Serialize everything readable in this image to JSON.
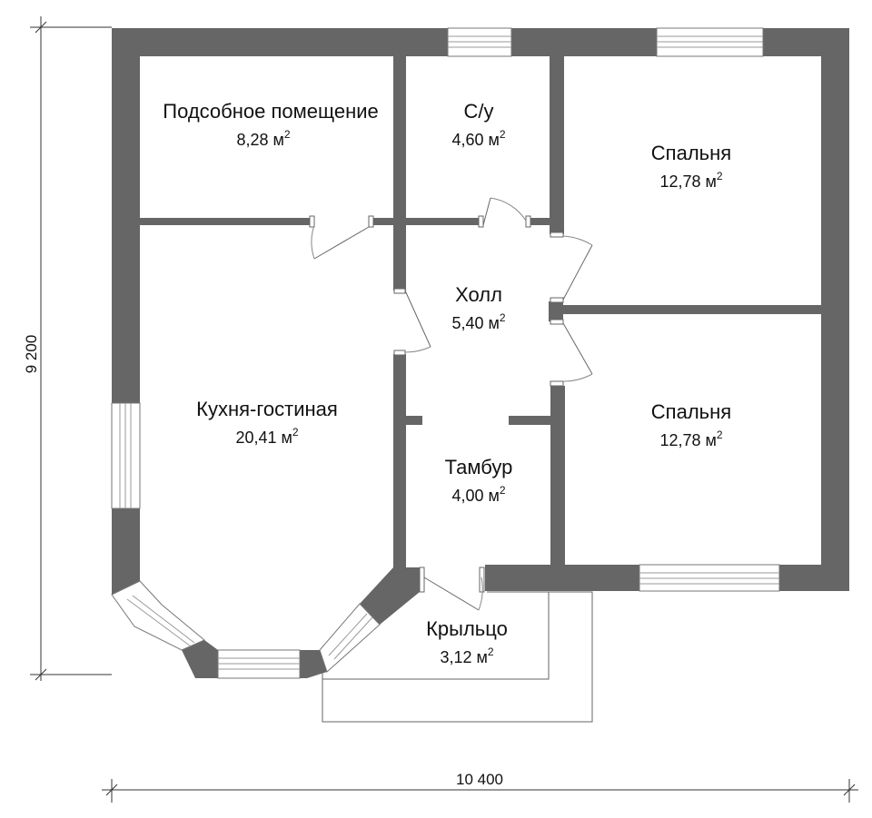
{
  "plan": {
    "dimensions": {
      "height_label": "9 200",
      "width_label": "10 400"
    },
    "rooms": [
      {
        "id": "utility",
        "name": "Подсобное помещение",
        "area": "8,28 м",
        "unit_power": "2"
      },
      {
        "id": "bathroom",
        "name": "С/у",
        "area": "4,60 м",
        "unit_power": "2"
      },
      {
        "id": "bedroom_top",
        "name": "Спальня",
        "area": "12,78 м",
        "unit_power": "2"
      },
      {
        "id": "hall",
        "name": "Холл",
        "area": "5,40 м",
        "unit_power": "2"
      },
      {
        "id": "kitchen_living",
        "name": "Кухня-гостиная",
        "area": "20,41 м",
        "unit_power": "2"
      },
      {
        "id": "bedroom_bottom",
        "name": "Спальня",
        "area": "12,78 м",
        "unit_power": "2"
      },
      {
        "id": "vestibule",
        "name": "Тамбур",
        "area": "4,00 м",
        "unit_power": "2"
      },
      {
        "id": "porch",
        "name": "Крыльцо",
        "area": "3,12 м",
        "unit_power": "2"
      }
    ],
    "colors": {
      "wall": "#666666",
      "background": "#ffffff"
    }
  }
}
